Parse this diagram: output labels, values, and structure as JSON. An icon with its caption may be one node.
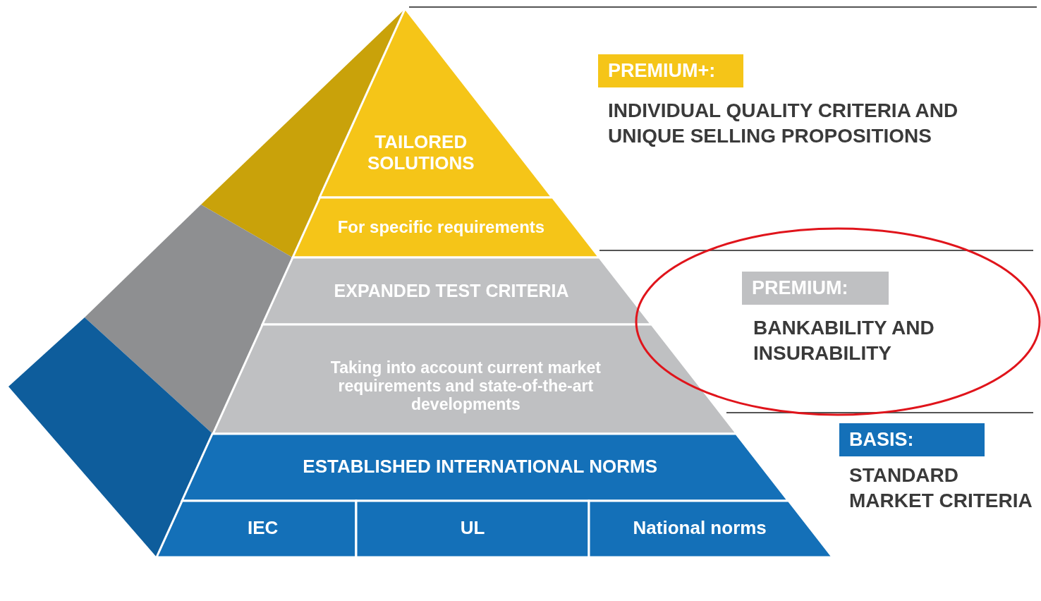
{
  "diagram": {
    "nodes": [
      {
        "text": [
          "TAILORED SOLUTIONS"
        ]
      },
      {
        "text": [
          "For specific requirements"
        ]
      },
      {
        "text": [
          "EXPANDED TEST CRITERIA"
        ]
      },
      {
        "text": [
          "Taking into account current market requirements and state-of-the-art developments"
        ]
      },
      {
        "text": [
          "ESTABLISHED INTERNATIONAL NORMS"
        ]
      },
      {
        "text": [
          "IEC"
        ]
      },
      {
        "text": [
          "UL"
        ]
      },
      {
        "text": [
          "National norms"
        ]
      },
      {
        "text": [
          "PREMIUM+:"
        ],
        "beside": [
          "INDIVIDUAL QUALITY CRITERIA AND UNIQUE SELLING PROPOSITIONS"
        ]
      },
      {
        "text": [],
        "shape": "ellipse"
      },
      {
        "text": [
          "PREMIUM:"
        ],
        "in": 9,
        "beside": [
          "BANKABILITY AND INSURABILITY"
        ]
      },
      {
        "text": [
          "BASIS:"
        ],
        "beside": [
          "STANDARD MARKET CRITERIA"
        ]
      }
    ]
  }
}
